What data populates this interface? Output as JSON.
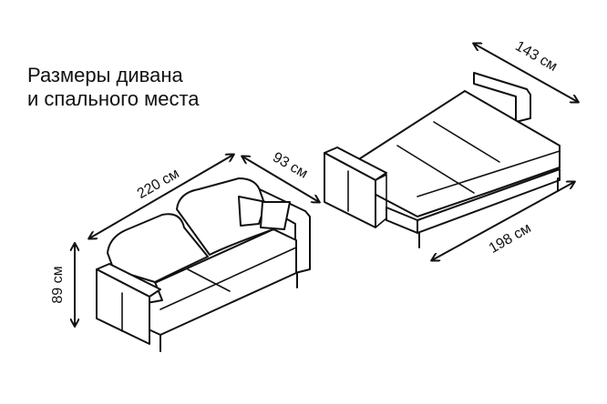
{
  "title": {
    "line1": "Размеры дивана",
    "line2": "и спального места"
  },
  "dimensions": {
    "length": "220 см",
    "depth": "93 см",
    "height": "89 см",
    "bed_width": "143 см",
    "bed_length": "198 см"
  },
  "colors": {
    "stroke": "#111111",
    "background": "#ffffff"
  }
}
